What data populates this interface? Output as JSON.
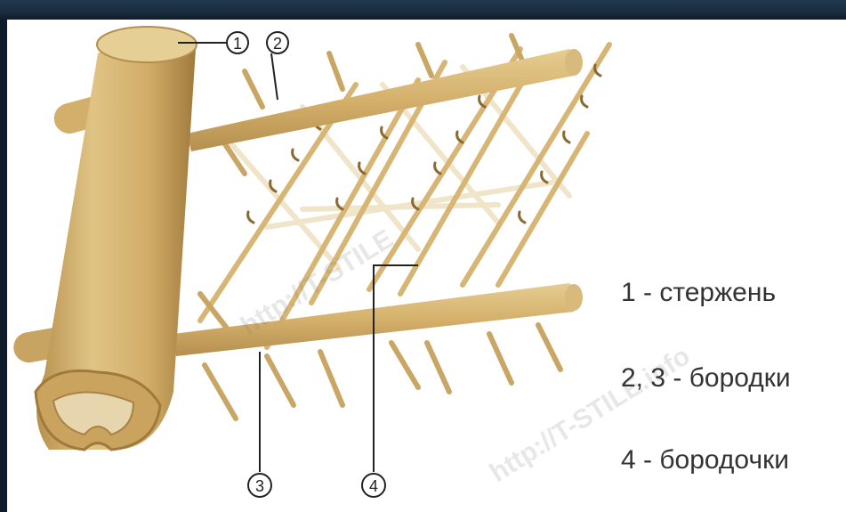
{
  "figure": {
    "callouts": [
      "1",
      "2",
      "3",
      "4"
    ],
    "legend": [
      "1 - стержень",
      "2, 3 - бородки",
      "4 - бородочки"
    ],
    "watermarks": [
      "http://T-STILE",
      "http://T-STILE.info"
    ]
  },
  "colors": {
    "background": "#ffffff",
    "feather_tan": "#d9b878",
    "feather_dark": "#b08a48",
    "barbule_light": "#e8d3a6",
    "leader_line": "#222222"
  }
}
